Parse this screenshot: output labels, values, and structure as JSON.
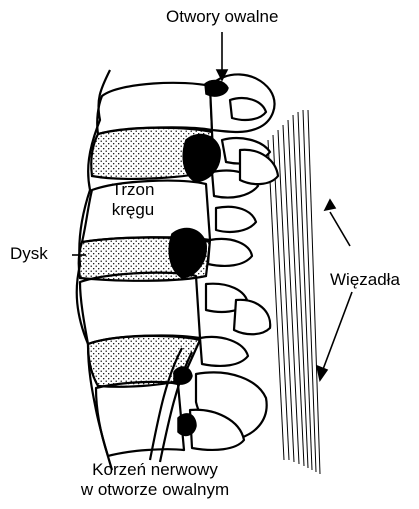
{
  "labels": {
    "foramina": "Otwory owalne",
    "vertebral_body_line1": "Trzon",
    "vertebral_body_line2": "kręgu",
    "disc": "Dysk",
    "ligaments": "Więzadła",
    "nerve_root_line1": "Korzeń nerwowy",
    "nerve_root_line2": "w otworze owalnym"
  },
  "colors": {
    "ink": "#000000",
    "background": "#ffffff"
  }
}
